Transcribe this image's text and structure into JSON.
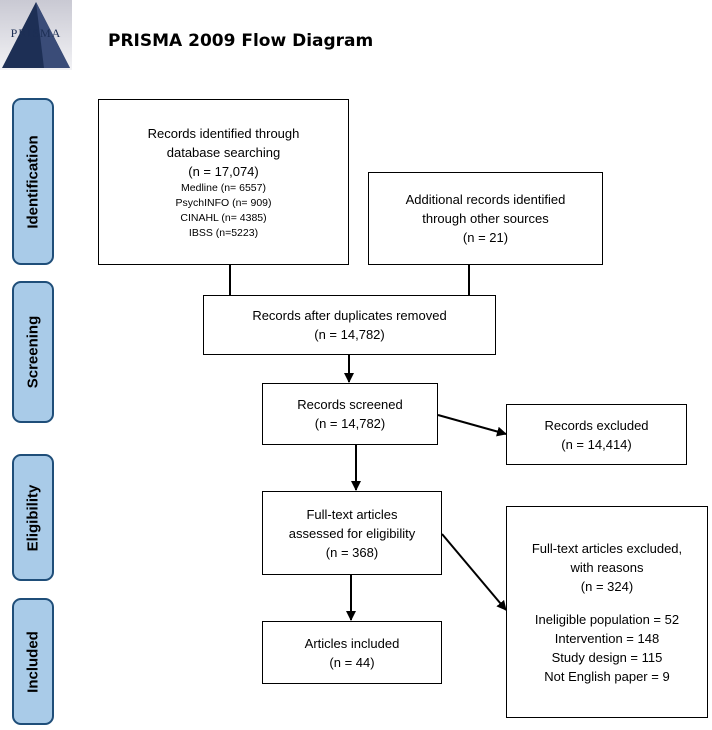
{
  "logo": {
    "text": "PRISMA"
  },
  "title": "PRISMA 2009 Flow Diagram",
  "stages": {
    "identification": "Identification",
    "screening": "Screening",
    "eligibility": "Eligibility",
    "included": "Included"
  },
  "boxes": {
    "identified": {
      "line1": "Records identified through",
      "line2": "database searching",
      "count": "(n = 17,074)",
      "sources": [
        "Medline (n= 6557)",
        "PsychINFO (n= 909)",
        "CINAHL (n= 4385)",
        "IBSS (n=5223)"
      ]
    },
    "additional": {
      "line1": "Additional records identified",
      "line2": "through other sources",
      "count": "(n = 21)"
    },
    "deduplicated": {
      "line1": "Records after duplicates removed",
      "count": "(n = 14,782)"
    },
    "screened": {
      "line1": "Records screened",
      "count": "(n = 14,782)"
    },
    "excluded": {
      "line1": "Records excluded",
      "count": "(n = 14,414)"
    },
    "fulltext": {
      "line1": "Full-text articles",
      "line2": "assessed for eligibility",
      "count": "(n = 368)"
    },
    "fulltext_excluded": {
      "line1": "Full-text articles excluded,",
      "line2": "with reasons",
      "count": "(n = 324)",
      "reasons": [
        "Ineligible population = 52",
        "Intervention = 148",
        "Study design = 115",
        "Not English paper = 9"
      ]
    },
    "included": {
      "line1": "Articles included",
      "count": "(n = 44)"
    }
  }
}
